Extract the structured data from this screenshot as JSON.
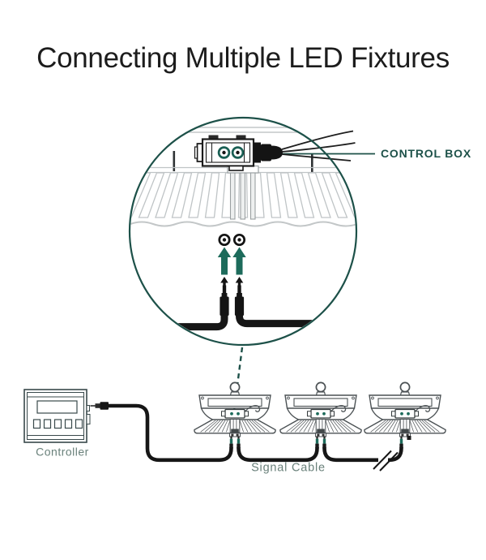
{
  "title": "Connecting Multiple LED Fixtures",
  "magnified_view": {
    "callout_label": "CONTROL BOX",
    "ports_count": 2,
    "cable_plugs_count": 2
  },
  "bottom_diagram": {
    "controller_label": "Controller",
    "signal_cable_label": "Signal Cable",
    "fixtures_count": 3
  },
  "colors": {
    "accent_teal": "#1d5149",
    "arrow_green": "#1d6b5b",
    "cable_black": "#161616",
    "drawing_gray": "#bfc4c6",
    "label_gray": "#69807a"
  }
}
